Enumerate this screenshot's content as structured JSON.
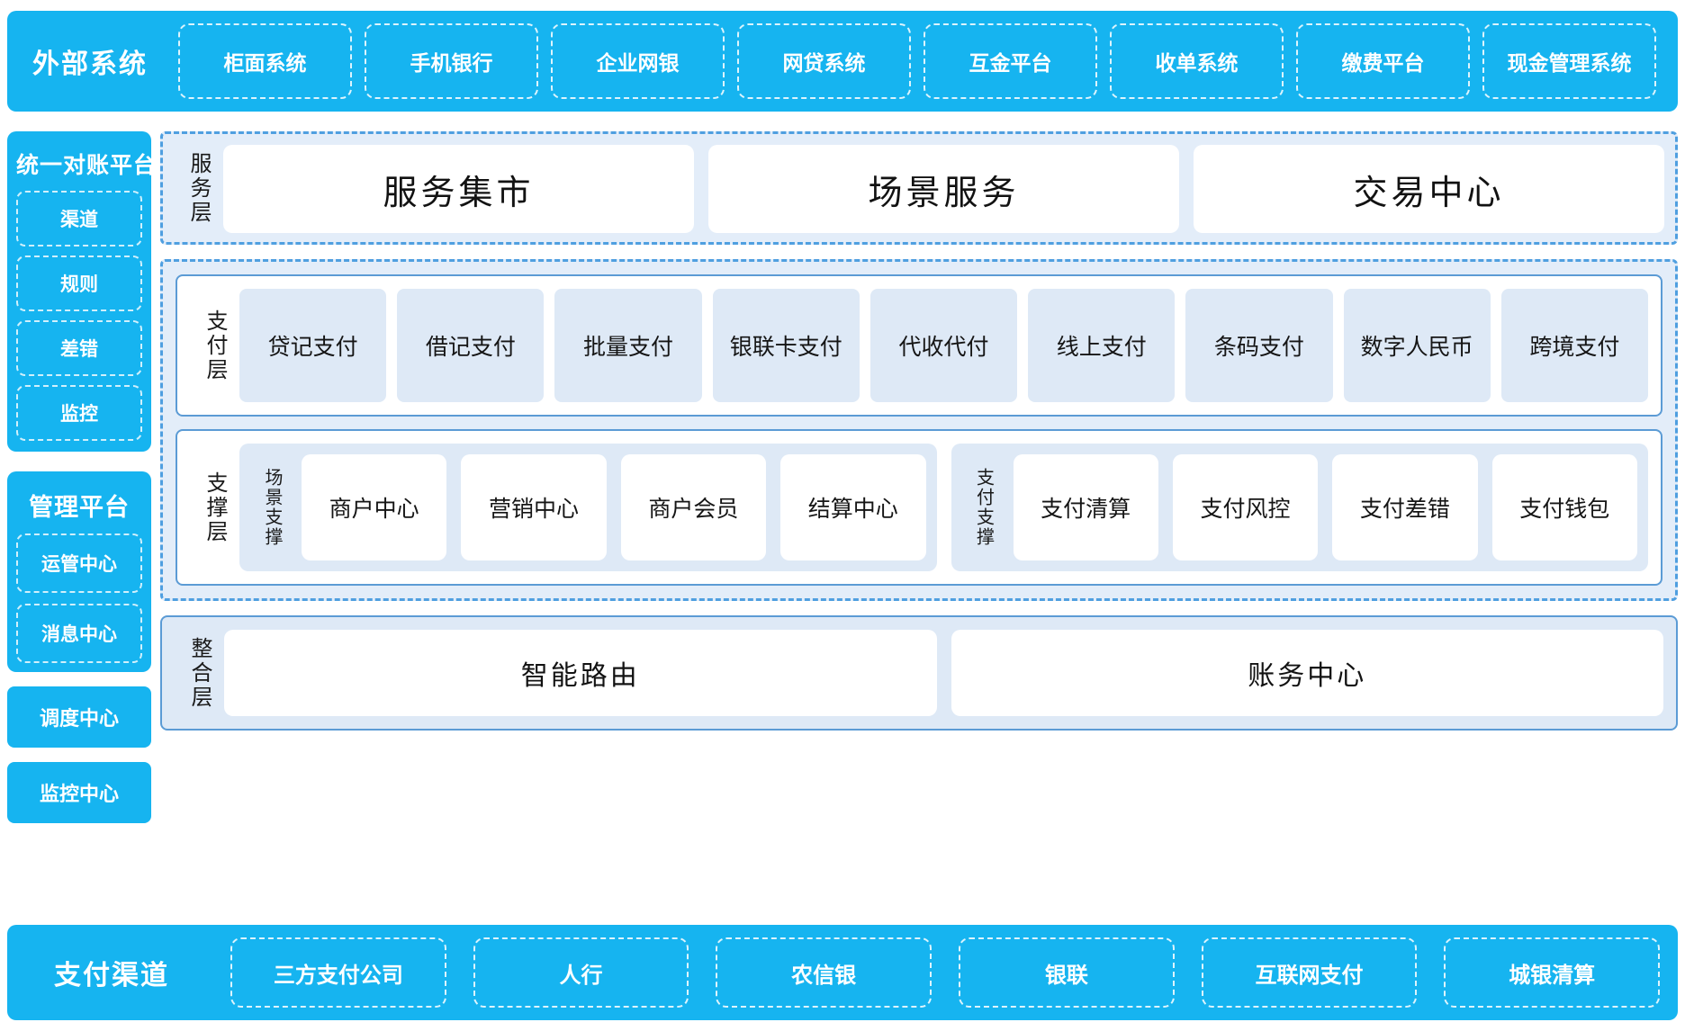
{
  "external": {
    "title": "外部系统",
    "items": [
      "柜面系统",
      "手机银行",
      "企业网银",
      "网贷系统",
      "互金平台",
      "收单系统",
      "缴费平台",
      "现金管理系统"
    ]
  },
  "recon_platform": {
    "title": "统一对账平台",
    "items": [
      "渠道",
      "规则",
      "差错",
      "监控"
    ]
  },
  "mgmt_platform": {
    "title": "管理平台",
    "items": [
      "运管中心",
      "消息中心"
    ]
  },
  "standalone": [
    "调度中心",
    "监控中心"
  ],
  "service_layer": {
    "label": "服务层",
    "items": [
      "服务集市",
      "场景服务",
      "交易中心"
    ]
  },
  "payment_layer": {
    "label": "支付层",
    "items": [
      "贷记支付",
      "借记支付",
      "批量支付",
      "银联卡支付",
      "代收代付",
      "线上支付",
      "条码支付",
      "数字人民币",
      "跨境支付"
    ]
  },
  "support_layer": {
    "label": "支撑层",
    "groups": [
      {
        "label": "场景支撑",
        "items": [
          "商户中心",
          "营销中心",
          "商户会员",
          "结算中心"
        ]
      },
      {
        "label": "支付支撑",
        "items": [
          "支付清算",
          "支付风控",
          "支付差错",
          "支付钱包"
        ]
      }
    ]
  },
  "integration_layer": {
    "label": "整合层",
    "items": [
      "智能路由",
      "账务中心"
    ]
  },
  "channels": {
    "title": "支付渠道",
    "items": [
      "三方支付公司",
      "人行",
      "农信银",
      "银联",
      "互联网支付",
      "城银清算"
    ]
  },
  "colors": {
    "brand_blue": "#16b4f0",
    "panel_blue": "#e3edf9",
    "tile_blue": "#dee9f6",
    "border_blue": "#5b9bd5",
    "dashed_blue": "#4f9fe0"
  }
}
